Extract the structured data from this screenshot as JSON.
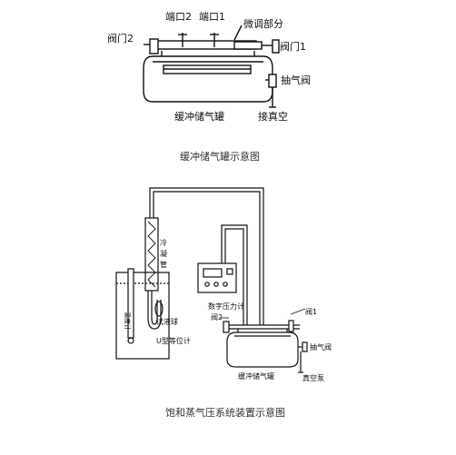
{
  "top_diagram": {
    "label_port2": "端口2",
    "label_port1": "端口1",
    "label_fine_adjust": "微调部分",
    "label_valve2": "阀门2",
    "label_valve1": "阀门1",
    "label_exhaust_valve": "抽气阀",
    "label_buffer_tank": "缓冲储气罐",
    "label_vacuum_connect": "接真空",
    "caption": "缓冲储气罐示意图"
  },
  "bottom_diagram": {
    "label_condenser": "冷凝管",
    "label_thermometer": "温度计",
    "label_sample_ball": "试液球",
    "label_u_tube": "U型等位计",
    "label_digital_gauge": "数字压力计",
    "label_valve1": "阀1",
    "label_valve2": "阀2",
    "label_exhaust_valve": "抽气阀",
    "label_buffer_tank": "缓冲储气罐",
    "label_vacuum_pump": "真空泵",
    "caption": "饱和蒸气压系统装置示意图"
  }
}
